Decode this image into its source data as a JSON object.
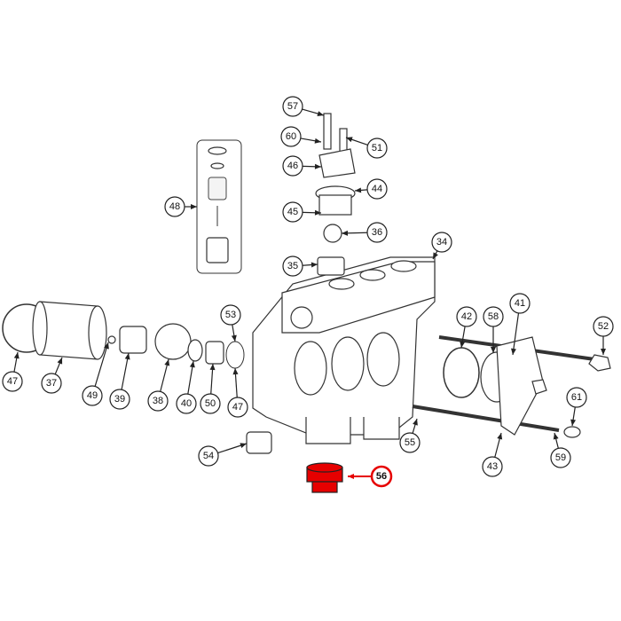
{
  "diagram": {
    "highlight_color": "#e60000",
    "callouts": [
      {
        "label": "57"
      },
      {
        "label": "60"
      },
      {
        "label": "51"
      },
      {
        "label": "46"
      },
      {
        "label": "44"
      },
      {
        "label": "48"
      },
      {
        "label": "45"
      },
      {
        "label": "36"
      },
      {
        "label": "34"
      },
      {
        "label": "35"
      },
      {
        "label": "53"
      },
      {
        "label": "42"
      },
      {
        "label": "58"
      },
      {
        "label": "41"
      },
      {
        "label": "52"
      },
      {
        "label": "47"
      },
      {
        "label": "37"
      },
      {
        "label": "49"
      },
      {
        "label": "39"
      },
      {
        "label": "38"
      },
      {
        "label": "40"
      },
      {
        "label": "50"
      },
      {
        "label": "47"
      },
      {
        "label": "61"
      },
      {
        "label": "55"
      },
      {
        "label": "59"
      },
      {
        "label": "43"
      },
      {
        "label": "54"
      },
      {
        "label": "56",
        "highlighted": true
      }
    ]
  }
}
